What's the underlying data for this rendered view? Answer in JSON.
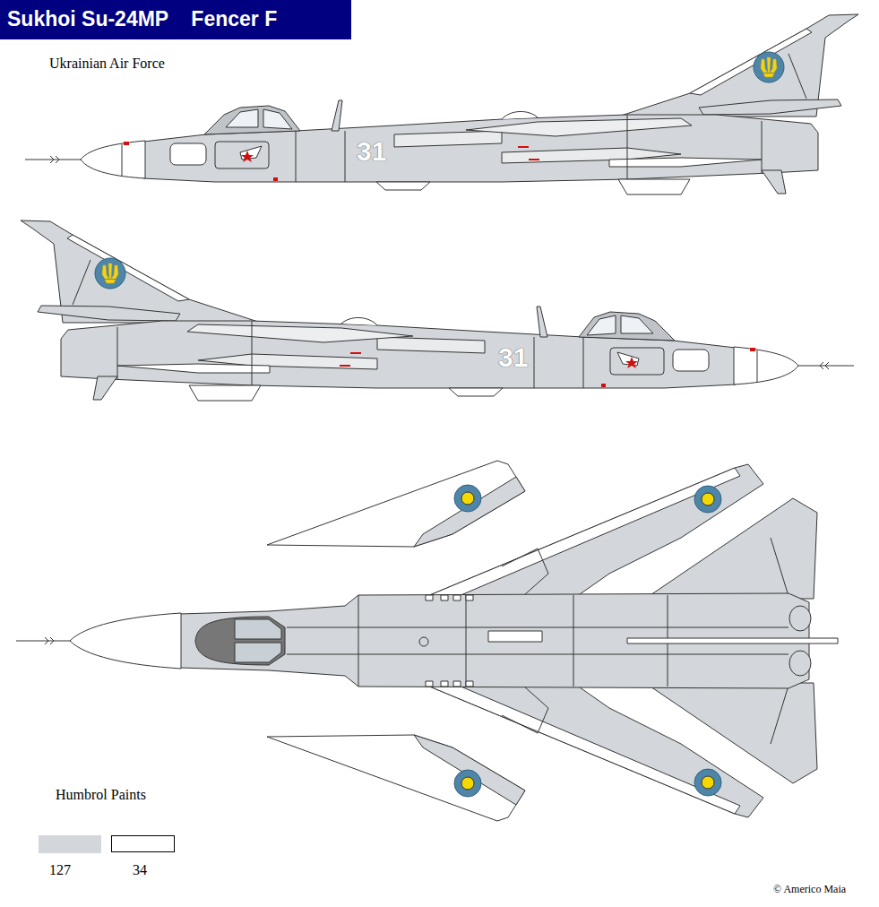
{
  "diagram": {
    "title": "Sukhoi Su-24MP    Fencer F",
    "labels": [
      "Ukrainian Air Force",
      "31",
      "31",
      "Humbrol Paints",
      "© Americo Maia"
    ],
    "legend": [
      {
        "text": "127",
        "color": "#d3d7db"
      },
      {
        "text": "34",
        "color": "#ffffff"
      }
    ]
  }
}
